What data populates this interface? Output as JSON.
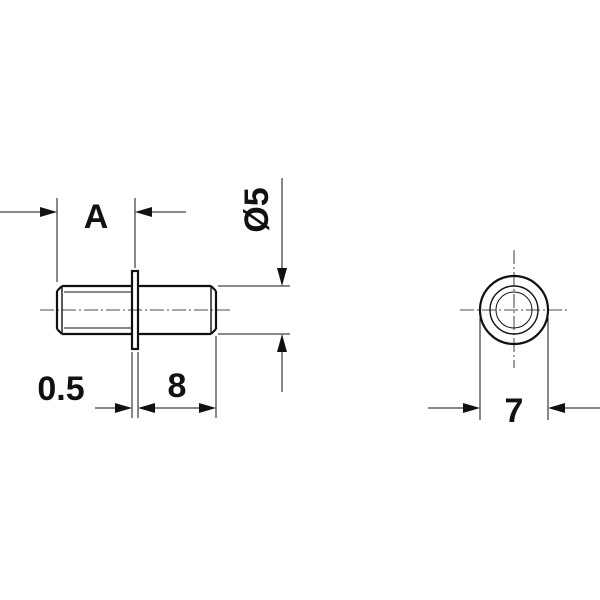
{
  "side_view": {
    "dim_a": "A",
    "dim_diameter": "Ø5",
    "dim_collar": "0.5",
    "dim_length": "8"
  },
  "end_view": {
    "dim_outer": "7"
  }
}
